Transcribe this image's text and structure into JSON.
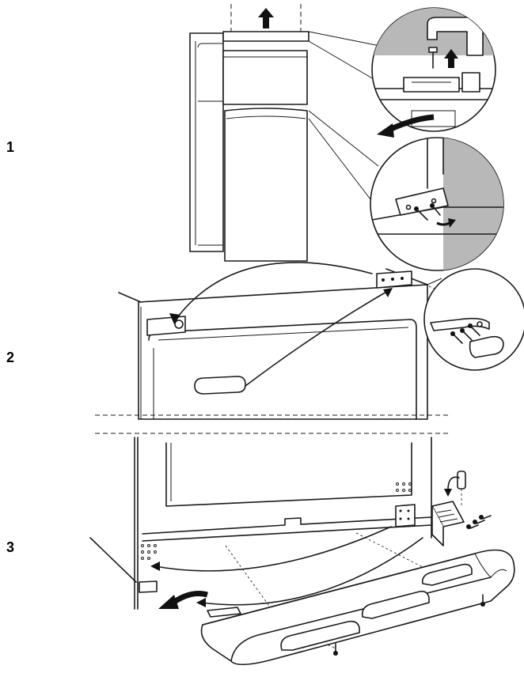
{
  "steps": [
    {
      "label": "1"
    },
    {
      "label": "2"
    },
    {
      "label": "3"
    }
  ],
  "colors": {
    "line": "#1a1a1a",
    "shading": "#b8b8b8",
    "background": "#ffffff"
  },
  "icons": [
    "up-arrow-icon",
    "curved-arrow-icon",
    "screw-icon",
    "hinge-icon",
    "magnifier-detail-circle"
  ]
}
